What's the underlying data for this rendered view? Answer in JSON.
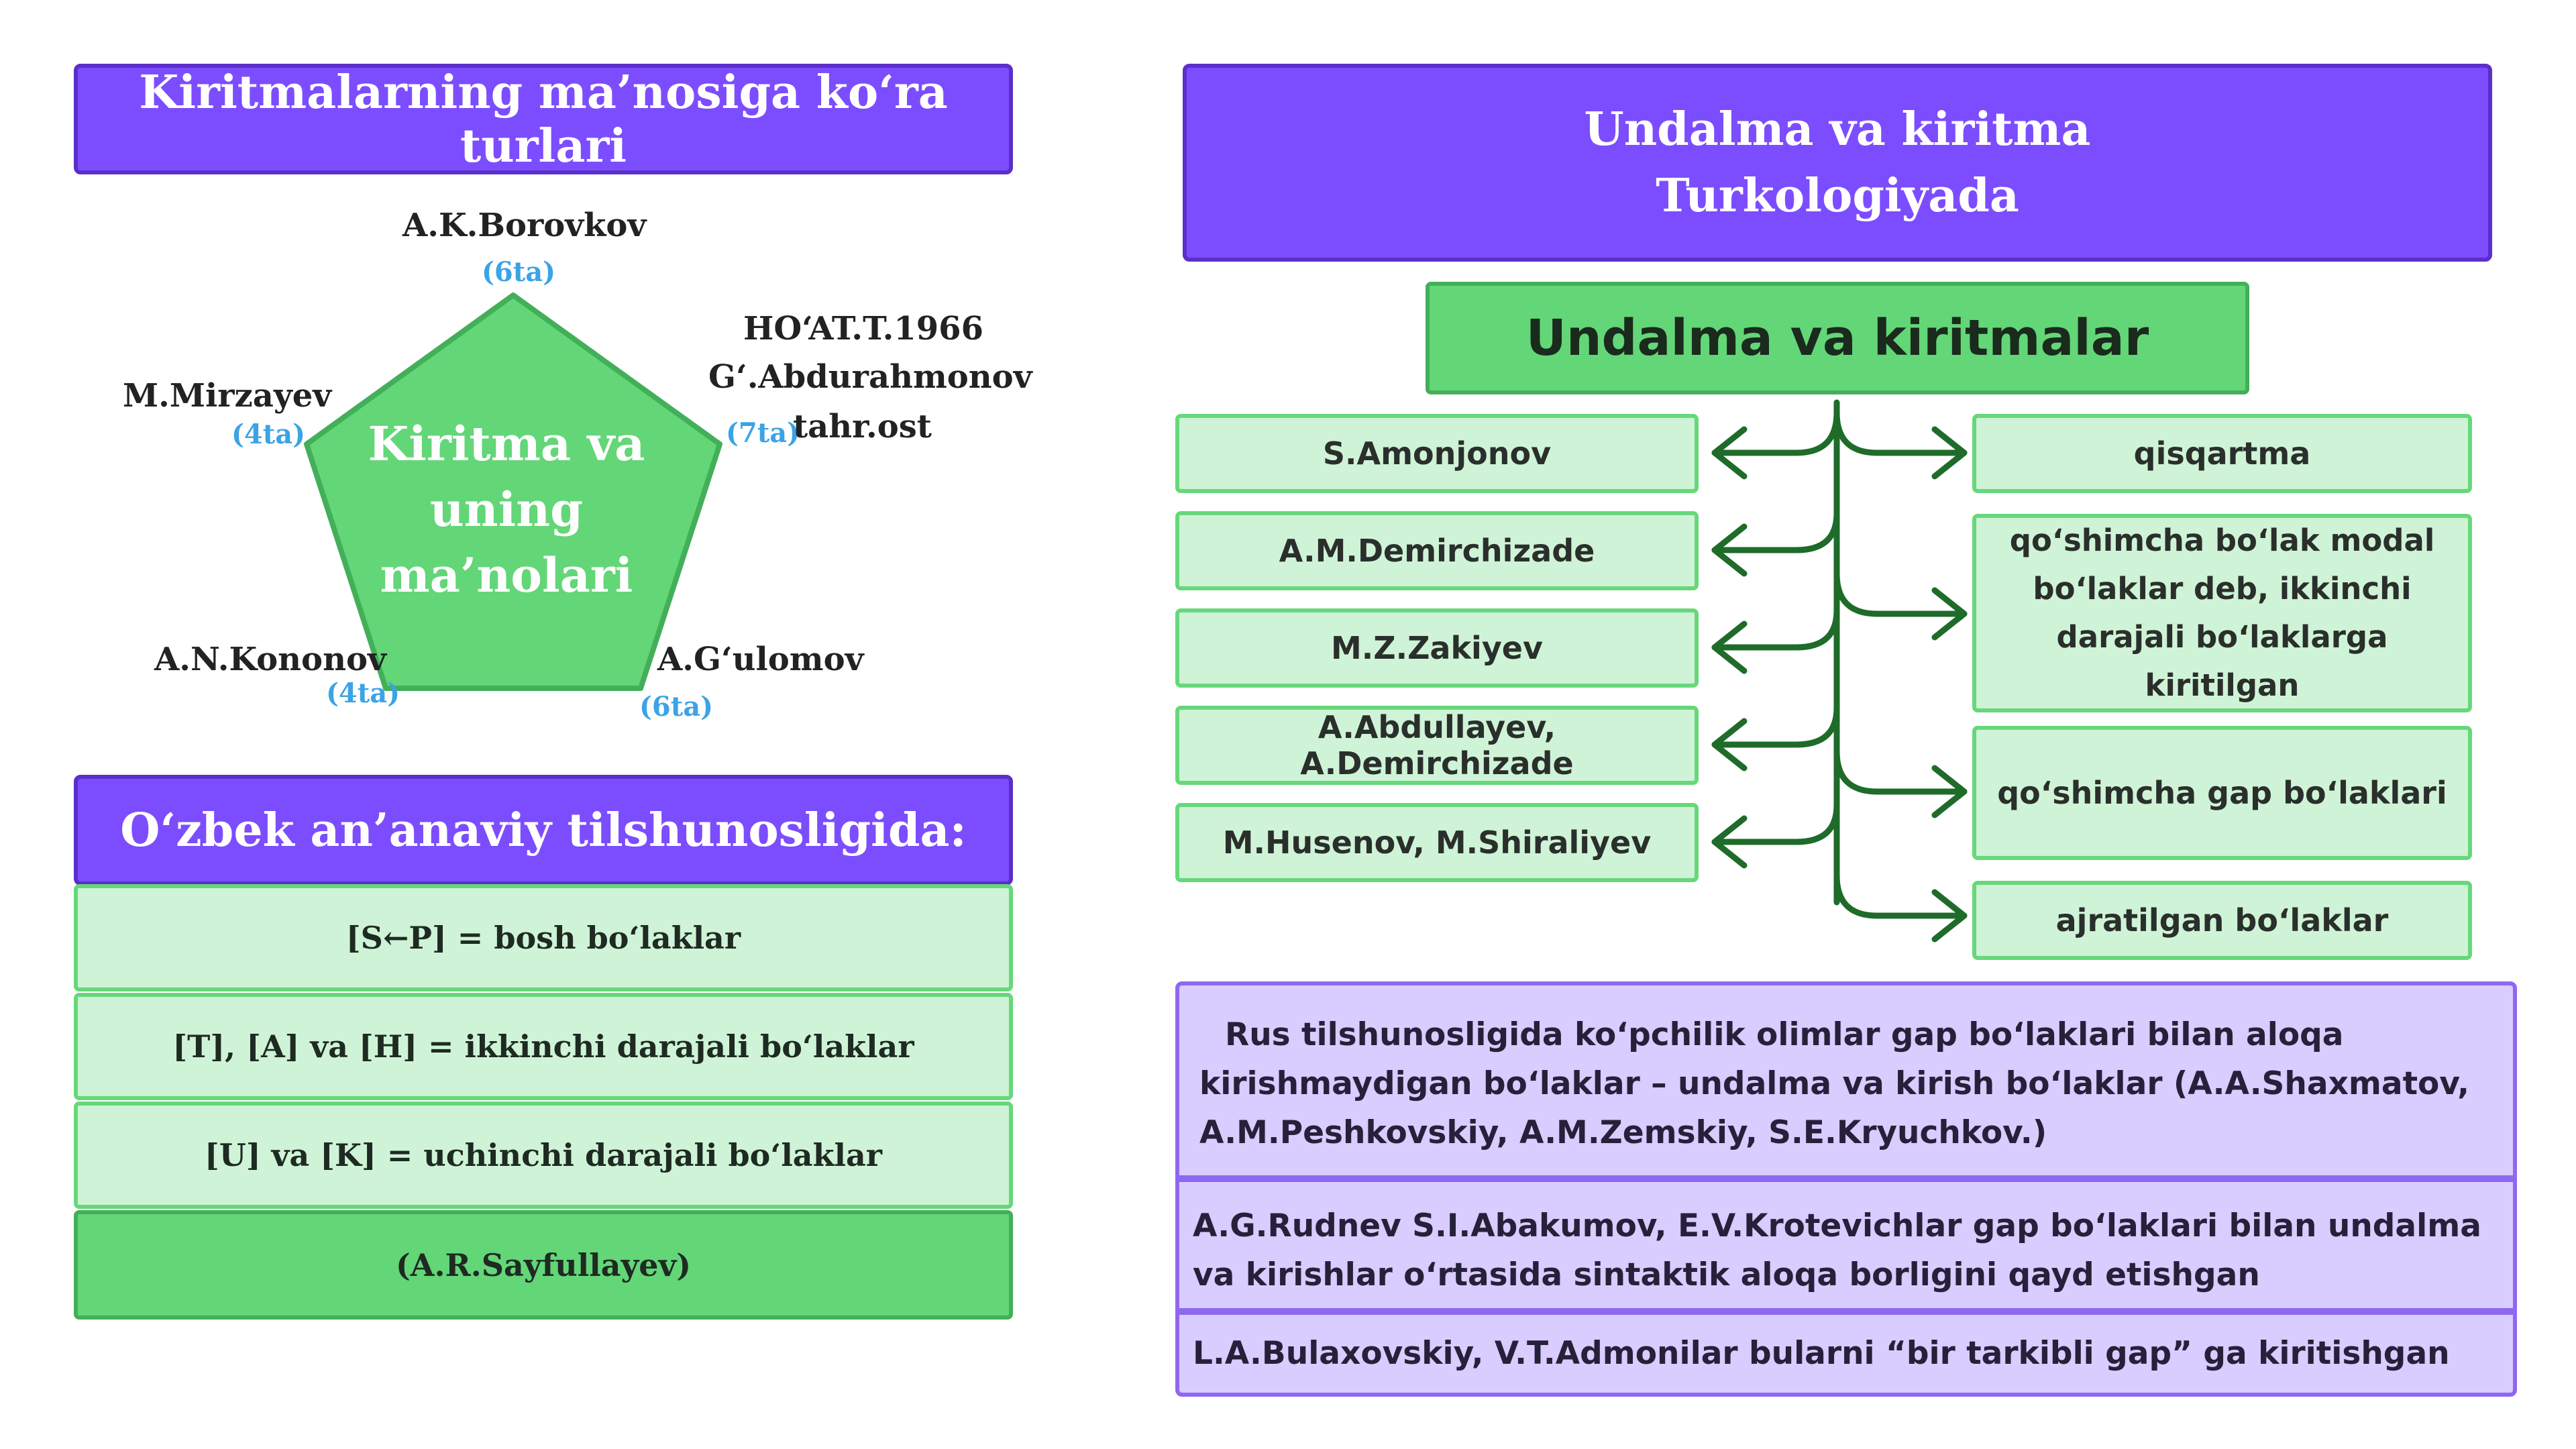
{
  "left": {
    "title": "Kiritmalarning ma’nosiga ko‘ra turlari",
    "pentagon_label_lines": [
      "Kiritma va",
      "uning",
      "ma’nolari"
    ],
    "authors": {
      "top": {
        "name": "A.K.Borovkov",
        "count": "(6ta)"
      },
      "left": {
        "name": "M.Mirzayev",
        "count": "(4ta)"
      },
      "right": {
        "line1": "HO‘AT.T.1966",
        "line2": "G‘.Abdurahmonov",
        "line3": "tahr.ost",
        "count": "(7ta)"
      },
      "bottom_left": {
        "name": "A.N.Kononov",
        "count": "(4ta)"
      },
      "bottom_right": {
        "name": "A.G‘ulomov",
        "count": "(6ta)"
      }
    },
    "section_title": "O‘zbek an’anaviy tilshunosligida:",
    "rows": [
      "[S←P] = bosh bo‘laklar",
      "[T], [A] va [H] = ikkinchi darajali bo‘laklar",
      "[U] va [K] = uchinchi darajali bo‘laklar"
    ],
    "source": "(A.R.Sayfullayev)"
  },
  "right": {
    "title_line1": "Undalma va kiritma",
    "title_line2": "Turkologiyada",
    "center_label": "Undalma va kiritmalar",
    "left_items": [
      "S.Amonjonov",
      "A.M.Demirchizade",
      "M.Z.Zakiyev",
      "A.Abdullayev, A.Demirchizade",
      "M.Husenov, M.Shiraliyev"
    ],
    "right_items": [
      "qisqartma",
      "qo‘shimcha bo‘lak modal bo‘laklar deb, ikkinchi darajali bo‘laklarga kiritilgan",
      "qo‘shimcha gap bo‘laklari",
      "ajratilgan bo‘laklar"
    ],
    "notes": [
      "Rus tilshunosligida ko‘pchilik olimlar gap bo‘laklari bilan aloqa kirishmaydigan bo‘laklar – undalma va kirish bo‘laklar (A.A.Shaxmatov, A.M.Peshkovskiy, A.M.Zemskiy, S.E.Kryuchkov.)",
      "A.G.Rudnev S.I.Abakumov, E.V.Krotevichlar gap bo‘laklari bilan undalma va kirishlar o‘rtasida sintaktik aloqa borligini qayd etishgan",
      "L.A.Bulaxovskiy, V.T.Admonilar bularni “bir tarkibli gap” ga kiritishgan"
    ]
  },
  "colors": {
    "purple": "#7C4DFF",
    "green": "#63D678",
    "mint": "#CFF3D6",
    "lavender": "#D9CCFF",
    "connector": "#1E6B2A",
    "count_blue": "#3BA3E6"
  }
}
